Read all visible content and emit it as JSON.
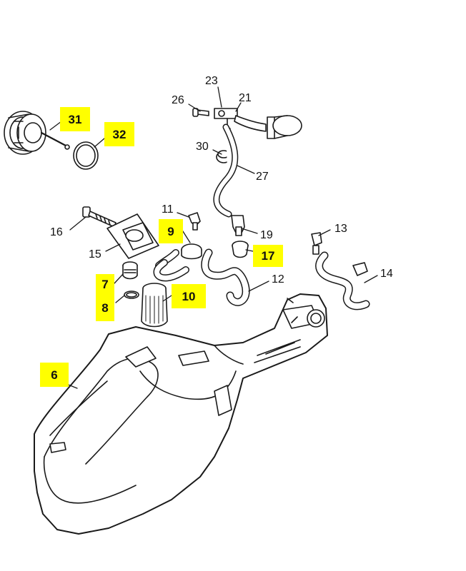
{
  "colors": {
    "highlight": "#ffff00",
    "line": "#1a1a1a",
    "fill": "#ffffff"
  },
  "callouts": {
    "c31": "31",
    "c32": "32",
    "c26": "26",
    "c23": "23",
    "c21": "21",
    "c30": "30",
    "c27": "27",
    "c11": "11",
    "c16": "16",
    "c9": "9",
    "c19": "19",
    "c13": "13",
    "c15": "15",
    "c17": "17",
    "c14": "14",
    "c7": "7",
    "c12": "12",
    "c8": "8",
    "c10": "10",
    "c6": "6"
  },
  "highlighted": [
    "31",
    "32",
    "9",
    "17",
    "7",
    "8",
    "10",
    "6"
  ]
}
